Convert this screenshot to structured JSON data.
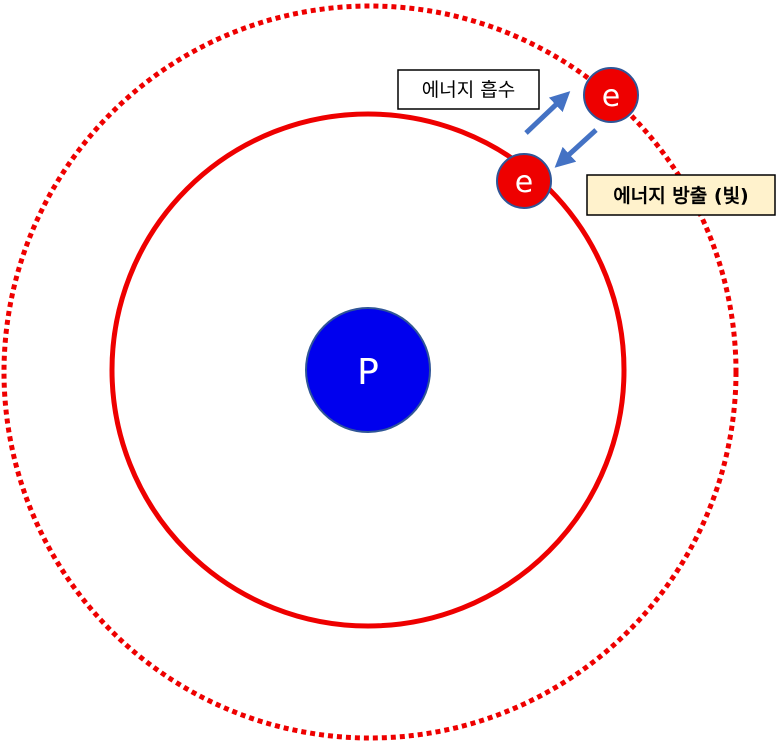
{
  "nucleus": {
    "label": "P",
    "color": "#0000ee"
  },
  "electrons": {
    "outer_label": "e",
    "inner_label": "e",
    "color": "#ee0000"
  },
  "orbits": {
    "inner_color": "#ee0000",
    "outer_color": "#ee0000",
    "outer_style": "dotted"
  },
  "labels": {
    "absorb": "에너지 흡수",
    "emit": "에너지 방출 (빛)",
    "emit_bg": "#fff2cc"
  },
  "arrows": {
    "color": "#4472c4"
  }
}
